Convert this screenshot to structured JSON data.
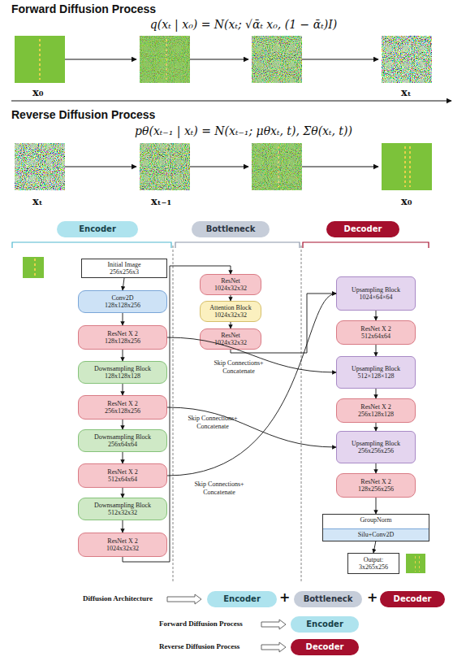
{
  "diagram": {
    "nodes": [
      {
        "text": [
          "Encoder"
        ]
      },
      {
        "text": [
          "Bottleneck"
        ]
      },
      {
        "text": [
          "Decoder"
        ]
      },
      {
        "text": [
          "Initial Image",
          "256x256x3"
        ]
      },
      {
        "text": [
          "Conv2D",
          "128x128x256"
        ]
      },
      {
        "text": [
          "ResNet X 2",
          "128x128x256"
        ]
      },
      {
        "text": [
          "Downsampling Block",
          "128x128x128"
        ]
      },
      {
        "text": [
          "ResNet X 2",
          "256x128x256"
        ]
      },
      {
        "text": [
          "Downsampling Block",
          "256x64x64"
        ]
      },
      {
        "text": [
          "ResNet X 2",
          "512x64x64"
        ]
      },
      {
        "text": [
          "Downsampling Block",
          "512x32x32"
        ]
      },
      {
        "text": [
          "ResNet X 2",
          "1024x32x32"
        ]
      },
      {
        "text": [
          "ResNet",
          "1024x32x32"
        ]
      },
      {
        "text": [
          "Attention Block",
          "1024x32x32"
        ]
      },
      {
        "text": [
          "ResNet",
          "1024x32x32"
        ]
      },
      {
        "text": [
          "Upsampling Block",
          "1024×64×64"
        ]
      },
      {
        "text": [
          "ResNet X 2",
          "512x64x64"
        ]
      },
      {
        "text": [
          "Upsampling Block",
          "512×128×128"
        ]
      },
      {
        "text": [
          "ResNet X 2",
          "256x128x128"
        ]
      },
      {
        "text": [
          "Upsampling Block",
          "256x256x256"
        ]
      },
      {
        "text": [
          "ResNet X 2",
          "128x256x256"
        ]
      },
      {
        "text": [
          "GroupNorm"
        ]
      },
      {
        "text": [
          "Silu+Conv2D"
        ],
        "in": 21
      },
      {
        "text": [
          "Output: 3x265x256"
        ]
      },
      {
        "text": [
          "Encoder"
        ]
      },
      {
        "text": [
          "Bottleneck"
        ]
      },
      {
        "text": [
          "Decoder"
        ]
      },
      {
        "text": [
          "Encoder"
        ]
      },
      {
        "text": [
          "Decoder"
        ]
      }
    ],
    "edges": [
      {
        "from": 3,
        "to": 4,
        "arrow": "to"
      },
      {
        "from": 4,
        "to": 5,
        "arrow": "to"
      },
      {
        "from": 5,
        "to": 6,
        "arrow": "to"
      },
      {
        "from": 6,
        "to": 7,
        "arrow": "to"
      },
      {
        "from": 7,
        "to": 8,
        "arrow": "to"
      },
      {
        "from": 8,
        "to": 9,
        "arrow": "to"
      },
      {
        "from": 9,
        "to": 10,
        "arrow": "to"
      },
      {
        "from": 10,
        "to": 11,
        "arrow": "to"
      },
      {
        "from": 11,
        "to": 12,
        "arrow": "to"
      },
      {
        "from": 12,
        "to": 13,
        "arrow": "to"
      },
      {
        "from": 13,
        "to": 14,
        "arrow": "to"
      },
      {
        "from": 14,
        "to": 15,
        "arrow": "to"
      },
      {
        "from": 15,
        "to": 16,
        "arrow": "to"
      },
      {
        "from": 16,
        "to": 17,
        "arrow": "to"
      },
      {
        "from": 17,
        "to": 18,
        "arrow": "to"
      },
      {
        "from": 18,
        "to": 19,
        "arrow": "to"
      },
      {
        "from": 19,
        "to": 20,
        "arrow": "to"
      },
      {
        "from": 20,
        "to": 21,
        "arrow": "to"
      },
      {
        "from": 22,
        "to": 23,
        "arrow": "to"
      },
      {
        "from": 5,
        "to": 17,
        "label": "Skip Connections+ Concatenate",
        "arrow": "to"
      },
      {
        "from": 7,
        "to": 19,
        "label": "Skip Connections+ Concatenate",
        "arrow": "to"
      },
      {
        "from": 9,
        "to": 15,
        "label": "Skip Connections+ Concatenate",
        "arrow": "to"
      }
    ],
    "labels": [
      "Forward Diffusion Process",
      "q(xₜ | x₀) = N(xₜ; √ᾱₜ x₀, (1 − ᾱₜ)I)",
      "x₀",
      "xₜ",
      "Reverse Diffusion Process",
      "pθ(xₜ₋₁ | xₜ) = N(xₜ₋₁; μθxₜ, t), Σθ(xₜ, t))",
      "xₜ",
      "xₜ₋₁",
      "x₀",
      "Diffusion Architecture",
      "+",
      "+",
      "Forward Diffusion Process",
      "Reverse Diffusion Process"
    ]
  }
}
